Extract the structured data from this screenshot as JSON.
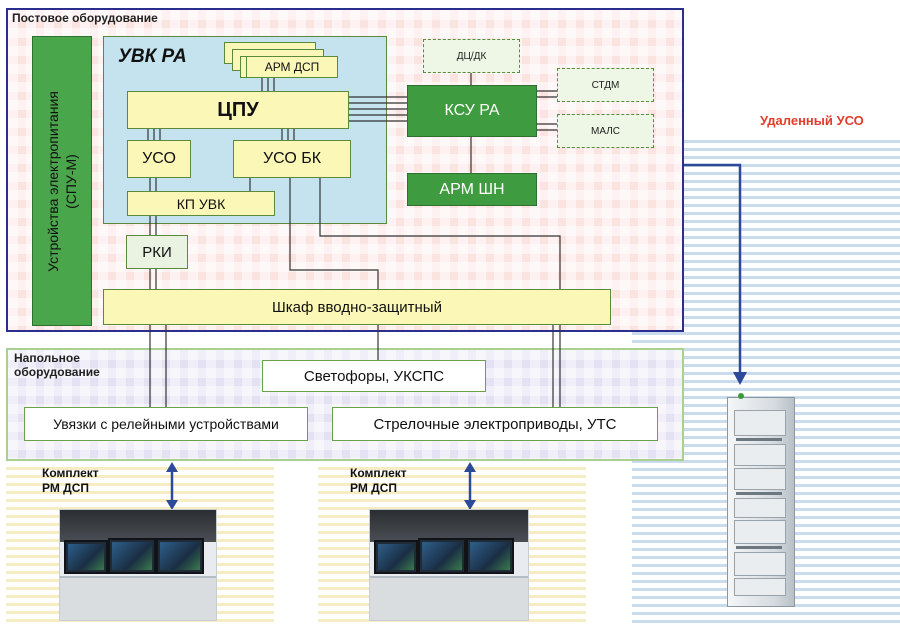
{
  "regions": {
    "post": "Постовое оборудование",
    "floor": "Напольное\nоборудование",
    "remote": "Удаленный УСО"
  },
  "blocks": {
    "power_supply": "Устройства электропитания\n(СПУ-М)",
    "uvk": "УВК РА",
    "arm_dsp": "АРМ ДСП",
    "cpu": "ЦПУ",
    "uso": "УСО",
    "uso_bk": "УСО БК",
    "kp_uvk": "КП УВК",
    "rki": "РКИ",
    "ksu": "КСУ РА",
    "arm_shn": "АРМ ШН",
    "dc_dk": "ДЦ/ДК",
    "stdm": "СТДМ",
    "mals": "МАЛС",
    "cabinet": "Шкаф вводно-защитный"
  },
  "floor_items": {
    "signals": "Светофоры, УКСПС",
    "relay": "Увязки с релейными устройствами",
    "switches": "Стрелочные электроприводы, УТС"
  },
  "kits": {
    "left": "Комплект\nРМ ДСП",
    "right": "Комплект\nРМ ДСП"
  },
  "colors": {
    "post_border": "#2a2f8f",
    "floor_border": "#a9d08e",
    "green_block": "#3f9b3f",
    "yellow_block": "#fbf7b6",
    "uvk_fill": "#c4e3ef",
    "remote_title": "#e23c2a",
    "arrow": "#2d4a9a"
  }
}
